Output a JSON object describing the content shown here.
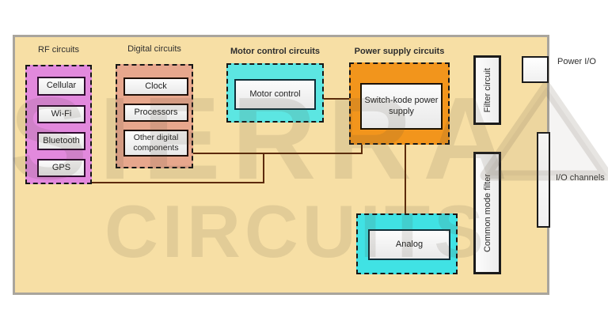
{
  "watermark": {
    "line1": "SIERRA",
    "line2": "CIRCUITS"
  },
  "colors": {
    "board_fill": "#f7dfa5",
    "board_border": "#a9a59d",
    "wire": "#5c2a08",
    "rf_fill": "#e289dd",
    "digital_fill": "#e7a78d",
    "motor_fill": "#5ce6e2",
    "power_fill": "#f2951c",
    "analog_fill": "#40e2e4"
  },
  "groups": {
    "rf": {
      "title": "RF circuits",
      "items": [
        "Cellular",
        "Wi-Fi",
        "Bluetooth",
        "GPS"
      ]
    },
    "digital": {
      "title": "Digital circuits",
      "items": [
        "Clock",
        "Processors",
        "Other digital components"
      ]
    },
    "motor": {
      "title": "Motor control circuits",
      "items": [
        "Motor control"
      ]
    },
    "power": {
      "title": "Power supply circuits",
      "items": [
        "Switch-kode power supply"
      ]
    },
    "analog": {
      "items": [
        "Analog"
      ]
    }
  },
  "filters": {
    "filter_circuit": "Filter circuit",
    "common_mode_filter": "Common mode filter"
  },
  "io": {
    "power_io": "Power I/O",
    "io_channels": "I/O channels"
  }
}
